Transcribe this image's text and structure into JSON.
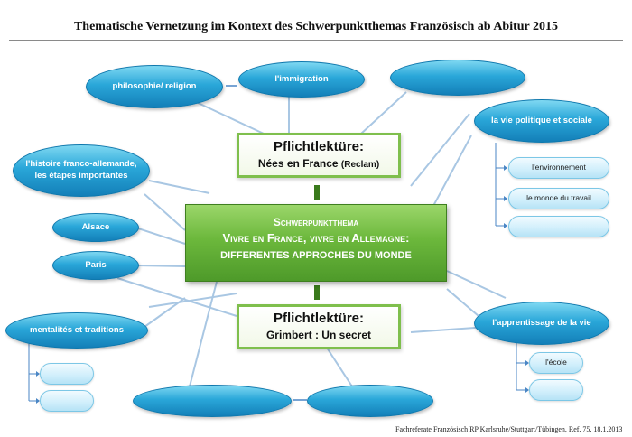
{
  "title": "Thematische Vernetzung im Kontext des Schwerpunktthemas Französisch ab Abitur 2015",
  "center": {
    "line1": "Schwerpunktthema",
    "line2": "Vivre en France, vivre en Allemagne:",
    "line3": "DIFFERENTES APPROCHES DU MONDE"
  },
  "pflicht_top": {
    "heading": "Pflichtlektüre:",
    "work": "Nées en France",
    "note": "(Reclam)"
  },
  "pflicht_bottom": {
    "heading": "Pflichtlektüre:",
    "work": "Grimbert : Un secret"
  },
  "nodes": {
    "philosophie": "philosophie/ religion",
    "immigration": "l'immigration",
    "top_right_empty": "",
    "vie_politique": "la vie politique et sociale",
    "environnement": "l'environnement",
    "monde_travail": "le monde du travail",
    "right_empty": "",
    "histoire": "l'histoire franco-allemande, les étapes importantes",
    "alsace": "Alsace",
    "paris": "Paris",
    "mentalites": "mentalités et traditions",
    "left_empty_1": "",
    "left_empty_2": "",
    "bottom_empty_1": "",
    "bottom_empty_2": "",
    "apprentissage": "l'apprentissage de la vie",
    "ecole": "l'école",
    "apprentissage_empty": ""
  },
  "footer": "Fachreferate Französisch  RP Karlsruhe/Stuttgart/Tübingen, Ref. 75, 18.1.2013",
  "colors": {
    "node_blue": "#1f97d0",
    "node_light": "#cfeefb",
    "center_green": "#6cb83c",
    "pflicht_border": "#7fbf4d",
    "connector": "#a9c7e3"
  }
}
